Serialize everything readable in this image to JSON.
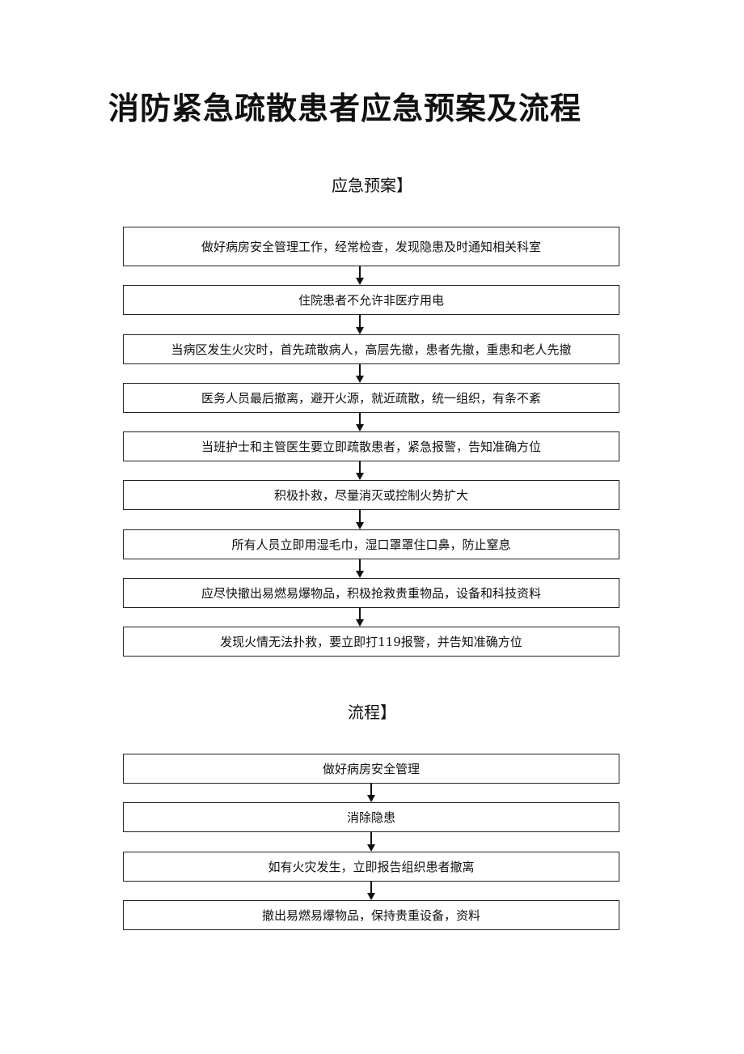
{
  "document": {
    "title": "消防紧急疏散患者应急预案及流程"
  },
  "plan": {
    "heading": "应急预案】",
    "steps": [
      "做好病房安全管理工作，经常检查，发现隐患及时通知相关科室",
      "住院患者不允许非医疗用电",
      "当病区发生火灾时，首先疏散病人，高层先撤，患者先撤，重患和老人先撤",
      "医务人员最后撤离，避开火源，就近疏散，统一组织，有条不紊",
      "当班护士和主管医生要立即疏散患者，紧急报警，告知准确方位",
      "积极扑救，尽量消灭或控制火势扩大",
      "所有人员立即用湿毛巾，湿口罩罩住口鼻，防止窒息",
      "应尽快撤出易燃易爆物品，积极抢救贵重物品，设备和科技资料",
      "发现火情无法扑救，要立即打119报警，并告知准确方位"
    ]
  },
  "flow": {
    "heading": "流程】",
    "steps": [
      "做好病房安全管理",
      "消除隐患",
      "如有火灾发生，立即报告组织患者撤离",
      "撤出易燃易爆物品，保持贵重设备，资料"
    ]
  }
}
